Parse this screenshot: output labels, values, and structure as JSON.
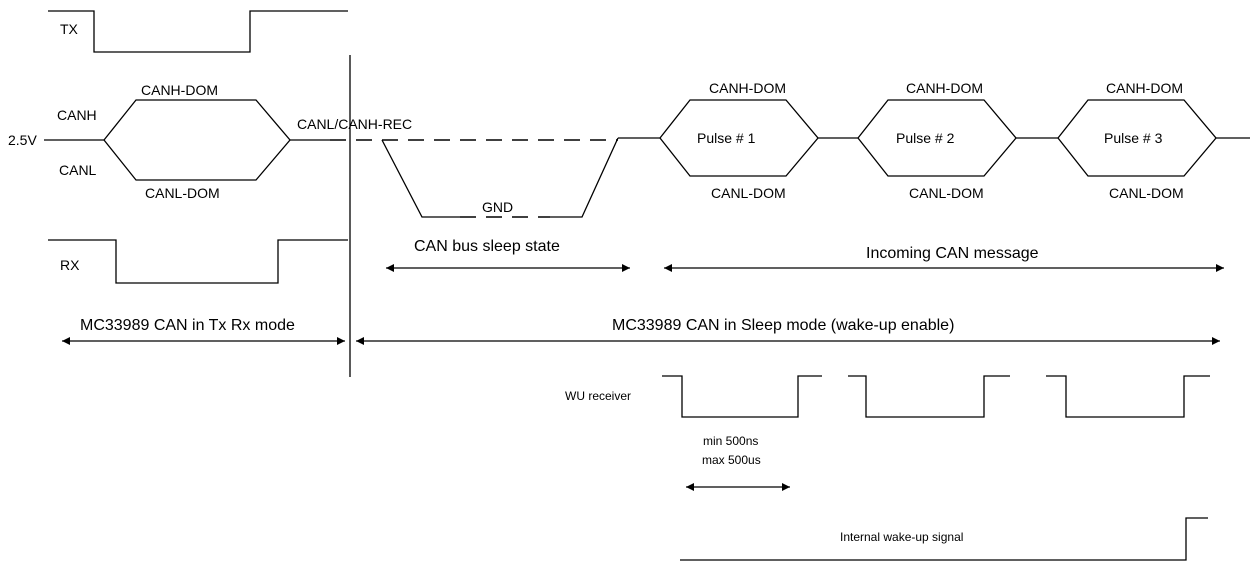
{
  "signals": {
    "tx": "TX",
    "rx": "RX",
    "canh": "CANH",
    "canl": "CANL",
    "v25": "2.5V",
    "wu_receiver": "WU receiver",
    "internal_wakeup": "Internal wake-up signal"
  },
  "states": {
    "canh_dom": "CANH-DOM",
    "canl_dom": "CANL-DOM",
    "canl_canh_rec": "CANL/CANH-REC",
    "gnd": "GND",
    "pulse1": "Pulse # 1",
    "pulse2": "Pulse # 2",
    "pulse3": "Pulse # 3"
  },
  "intervals": {
    "sleep_state": "CAN bus sleep state",
    "incoming_msg": "Incoming CAN message",
    "txrx_mode": "MC33989 CAN in Tx Rx mode",
    "sleep_mode": "MC33989 CAN in Sleep mode (wake-up enable)"
  },
  "timing": {
    "min": "min 500ns",
    "max": "max 500us"
  }
}
